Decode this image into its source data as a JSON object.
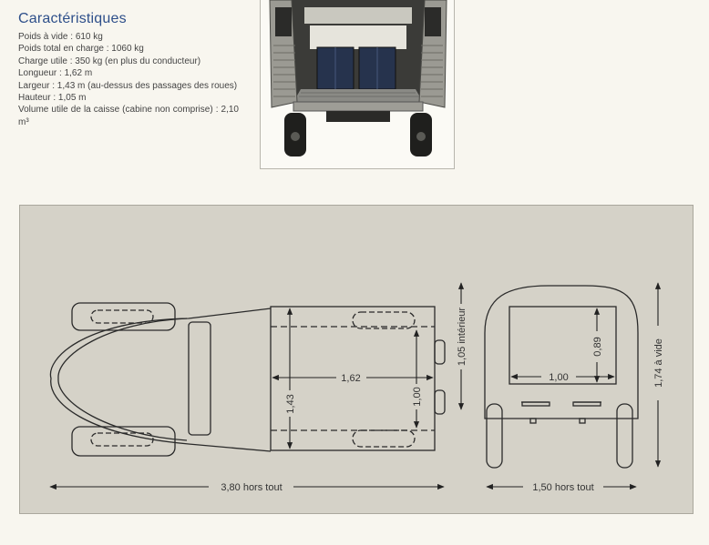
{
  "title": "Caractéristiques",
  "specs": [
    "Poids à vide : 610 kg",
    "Poids total en charge : 1060 kg",
    "Charge utile : 350 kg (en plus du conducteur)",
    "Longueur : 1,62 m",
    "Largeur : 1,43 m (au-dessus des passages des roues)",
    "Hauteur : 1,05 m",
    "Volume utile de la caisse (cabine non comprise) : 2,10 m³"
  ],
  "dimensions": {
    "length_total": "3,80 hors tout",
    "cargo_length": "1,62",
    "cargo_width": "1,43",
    "door_width": "1,00",
    "interior_height": "1,05 intérieur",
    "rear_opening_width": "1,00",
    "rear_opening_height": "0,89",
    "height_empty": "1,74 à vide",
    "width_total": "1,50 hors tout"
  },
  "colors": {
    "title": "#2e4f8a",
    "plan_background": "#d5d2c8",
    "line": "#2a2a2a"
  }
}
